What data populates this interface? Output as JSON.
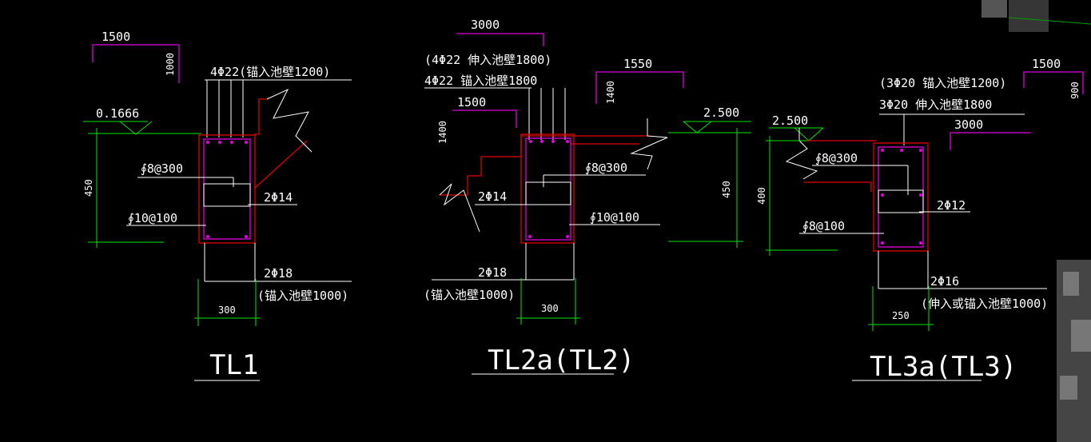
{
  "colors": {
    "background": "#000000",
    "text": "#ffffff",
    "dimension": "#00e600",
    "stirrup": "#e000e0",
    "outline": "#e00000"
  },
  "sections": [
    {
      "id": "tl1",
      "title": "TL1",
      "callout_width": "1500",
      "callout_height": "1000",
      "top_bar": "4Φ22(锚入池壁1200)",
      "elevation": "0.1666",
      "depth": "450",
      "stirrup_a": "∮8@300",
      "stirrup_b": "∮10@100",
      "side_bar": "2Φ14",
      "bottom_bar": "2Φ18",
      "bottom_note": "(锚入池壁1000)",
      "width": "300"
    },
    {
      "id": "tl2a",
      "title": "TL2a(TL2)",
      "callout_top": "3000",
      "top_bar_alt": "(4Φ22 伸入池壁1800)",
      "top_bar": "4Φ22 锚入池壁1800",
      "callout_mid": "1500",
      "callout_mid_height": "1400",
      "callout_right": "1550",
      "callout_right_height": "1400",
      "elevation": "2.500",
      "depth": "450",
      "stirrup_a": "∮8@300",
      "side_bar": "2Φ14",
      "stirrup_b": "∮10@100",
      "bottom_bar": "2Φ18",
      "bottom_note": "(锚入池壁1000)",
      "width": "300"
    },
    {
      "id": "tl3a",
      "title": "TL3a(TL3)",
      "callout_right": "1500",
      "callout_right_height": "900",
      "top_bar_alt": "(3Φ20 锚入池壁1200)",
      "top_bar": "3Φ20 伸入池壁1800",
      "callout_top": "3000",
      "elevation": "2.500",
      "depth": "400",
      "stirrup_a": "∮8@300",
      "side_bar": "2Φ12",
      "stirrup_b": "∮8@100",
      "bottom_bar": "2Φ16",
      "bottom_note": "(伸入或锚入池壁1000)",
      "width": "250"
    }
  ]
}
